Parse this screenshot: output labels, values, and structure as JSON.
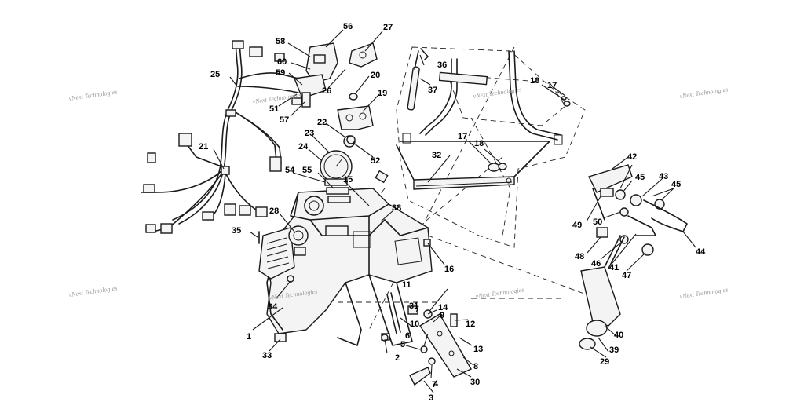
{
  "diagram": {
    "callouts": [
      "1",
      "2",
      "3",
      "4",
      "5",
      "6",
      "7",
      "8",
      "9",
      "10",
      "11",
      "12",
      "13",
      "14",
      "15",
      "16",
      "17",
      "17",
      "18",
      "18",
      "19",
      "20",
      "21",
      "22",
      "23",
      "24",
      "25",
      "26",
      "27",
      "28",
      "29",
      "30",
      "31",
      "32",
      "33",
      "34",
      "35",
      "36",
      "37",
      "38",
      "39",
      "40",
      "41",
      "42",
      "43",
      "44",
      "45",
      "45",
      "46",
      "47",
      "48",
      "49",
      "50",
      "51",
      "52",
      "54",
      "55",
      "56",
      "57",
      "58",
      "59",
      "60"
    ],
    "watermarks": [
      "vNext Technologies",
      "vNext Technologies",
      "vNext Technologies",
      "vNext Technologies",
      "vNext Technologies",
      "vNext Technologies",
      "vNext Technologies",
      "vNext Technologies"
    ]
  }
}
